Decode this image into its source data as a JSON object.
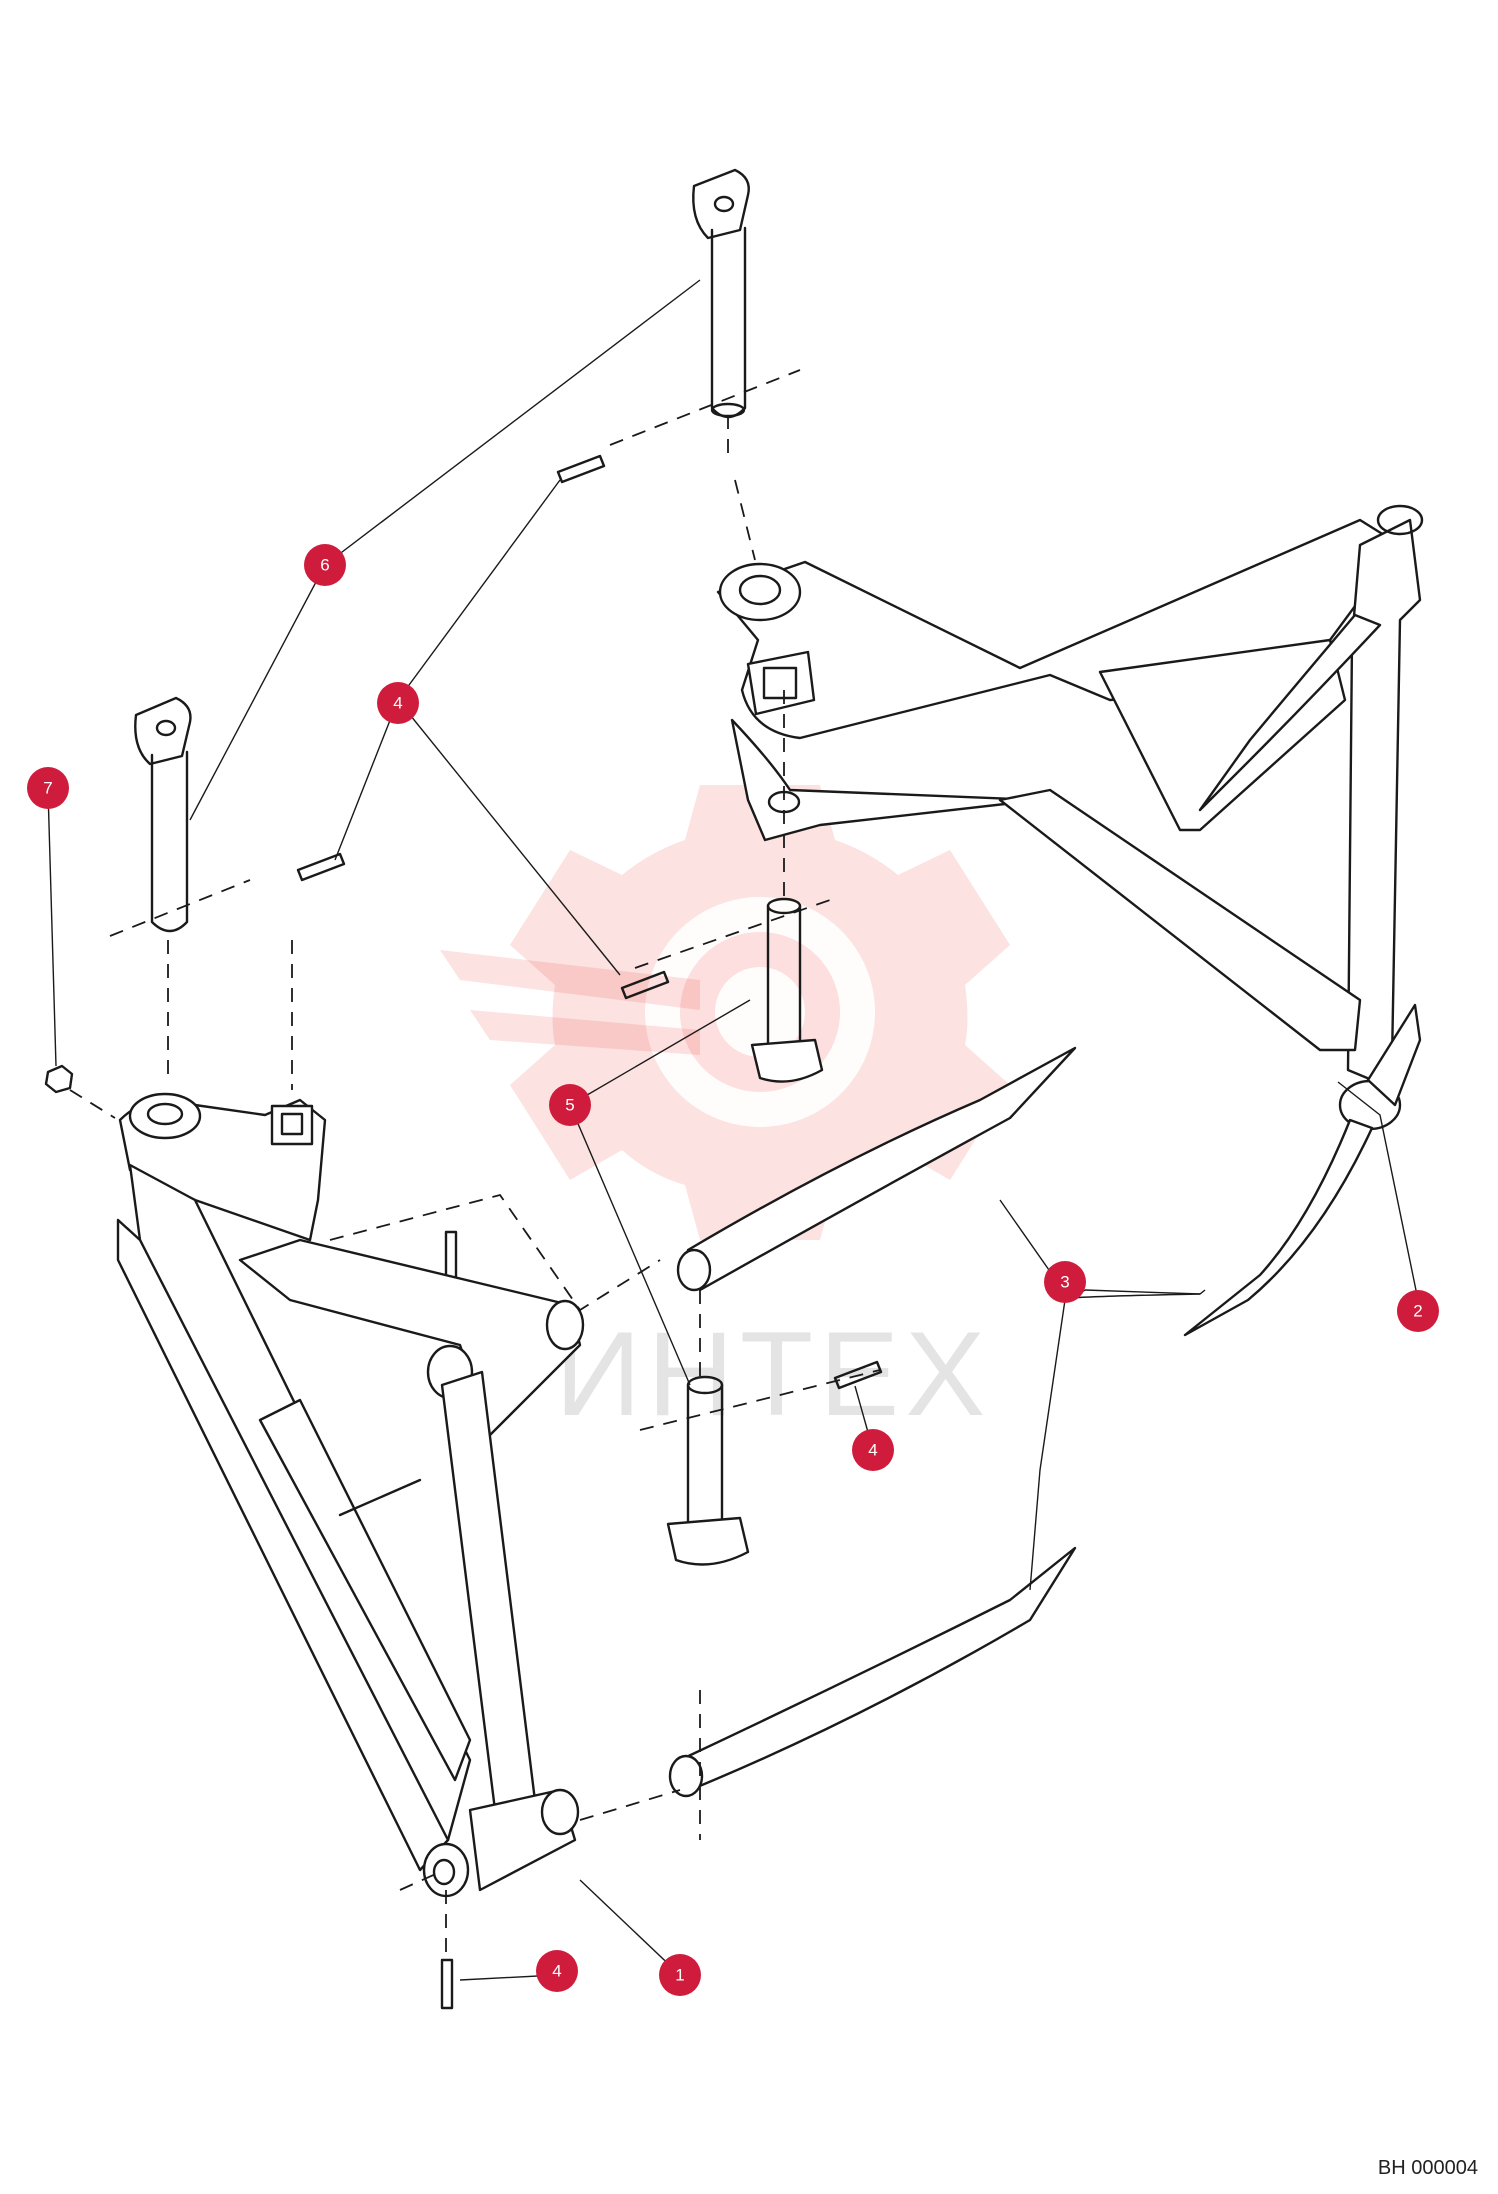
{
  "drawing_code": "BH 000004",
  "watermark": {
    "text": "ИНТЕХ",
    "logo_icon": "gear-logo-icon",
    "color": "#e8302b"
  },
  "callout_color": "#d01c3c",
  "callouts": [
    {
      "id": "c1",
      "label": "1"
    },
    {
      "id": "c2",
      "label": "2"
    },
    {
      "id": "c3",
      "label": "3"
    },
    {
      "id": "c4a",
      "label": "4"
    },
    {
      "id": "c4b",
      "label": "4"
    },
    {
      "id": "c4c",
      "label": "4"
    },
    {
      "id": "c5",
      "label": "5"
    },
    {
      "id": "c6",
      "label": "6"
    },
    {
      "id": "c7",
      "label": "7"
    }
  ]
}
